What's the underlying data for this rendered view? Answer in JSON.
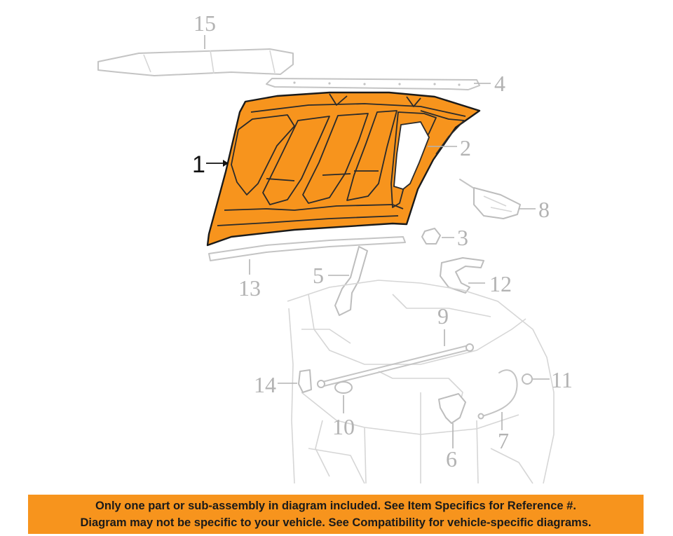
{
  "callouts": {
    "c1": "1",
    "c2": "2",
    "c3": "3",
    "c4": "4",
    "c5": "5",
    "c6": "6",
    "c7": "7",
    "c8": "8",
    "c9": "9",
    "c10": "10",
    "c11": "11",
    "c12": "12",
    "c13": "13",
    "c14": "14",
    "c15": "15"
  },
  "banner": {
    "line1": "Only one part or sub-assembly in diagram included. See Item Specifics for Reference #.",
    "line2": "Diagram may not be specific to your vehicle. See Compatibility for vehicle-specific diagrams."
  },
  "colors": {
    "highlight": "#f7941d",
    "ghost": "#c4c4c4",
    "outline": "#1a1a1a"
  }
}
